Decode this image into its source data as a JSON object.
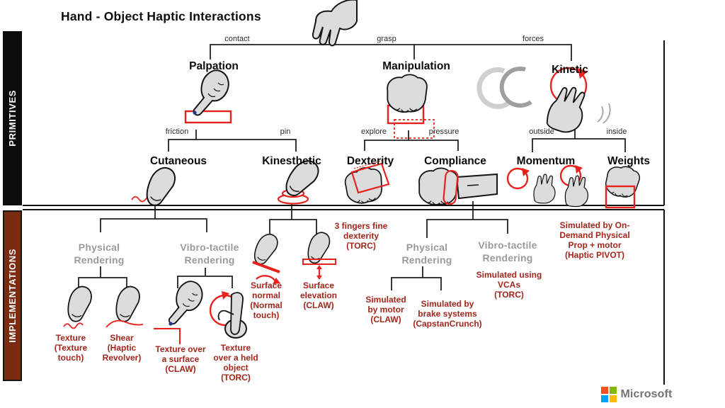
{
  "title": "Hand - Object Haptic Interactions",
  "sidebar": {
    "primitives": "PRIMITIVES",
    "implementations": "IMPLEMENTATIONS"
  },
  "branches": {
    "contact": "contact",
    "grasp": "grasp",
    "forces": "forces",
    "friction": "friction",
    "pin": "pin",
    "explore": "explore",
    "pressure": "pressure",
    "outside": "outside",
    "inside": "inside"
  },
  "primitives": {
    "palpation": "Palpation",
    "manipulation": "Manipulation",
    "kinetic": "Kinetic",
    "cutaneous": "Cutaneous",
    "kinesthetic": "Kinesthetic",
    "dexterity": "Dexterity",
    "compliance": "Compliance",
    "momentum": "Momentum",
    "weights": "Weights"
  },
  "implementations": {
    "cutaneous_physical_label": "Physical\nRendering",
    "cutaneous_vibro_label": "Vibro-tactile\nRendering",
    "texture_touch": "Texture\n(Texture\ntouch)",
    "shear": "Shear\n(Haptic\nRevolver)",
    "texture_surface": "Texture over\na surface\n(CLAW)",
    "texture_held": "Texture\nover a held\nobject\n(TORC)",
    "surface_normal": "Surface\nnormal\n(Normal\ntouch)",
    "surface_elevation": "Surface\nelevation\n(CLAW)",
    "fine_dexterity": "3 fingers fine\ndexterity\n(TORC)",
    "compliance_physical_label": "Physical\nRendering",
    "compliance_vibro_label": "Vibro-tactile\nRendering",
    "simulated_motor": "Simulated\nby motor\n(CLAW)",
    "simulated_brake": "Simulated by\nbrake systems\n(CapstanCrunch)",
    "simulated_vcas": "Simulated using\nVCAs\n(TORC)",
    "simulated_pivot": "Simulated by On-\nDemand Physical\nProp + motor\n(Haptic PIVOT)"
  },
  "footer": {
    "brand": "Microsoft"
  },
  "colors": {
    "accent_red": "#e8231d",
    "impl_text_red": "#a3261b",
    "impl_sidebar_bg": "#7b2b10",
    "gray_label": "#9a9a9a",
    "ms_red": "#f25022",
    "ms_green": "#7fba00",
    "ms_blue": "#00a4ef",
    "ms_yellow": "#ffb900"
  }
}
